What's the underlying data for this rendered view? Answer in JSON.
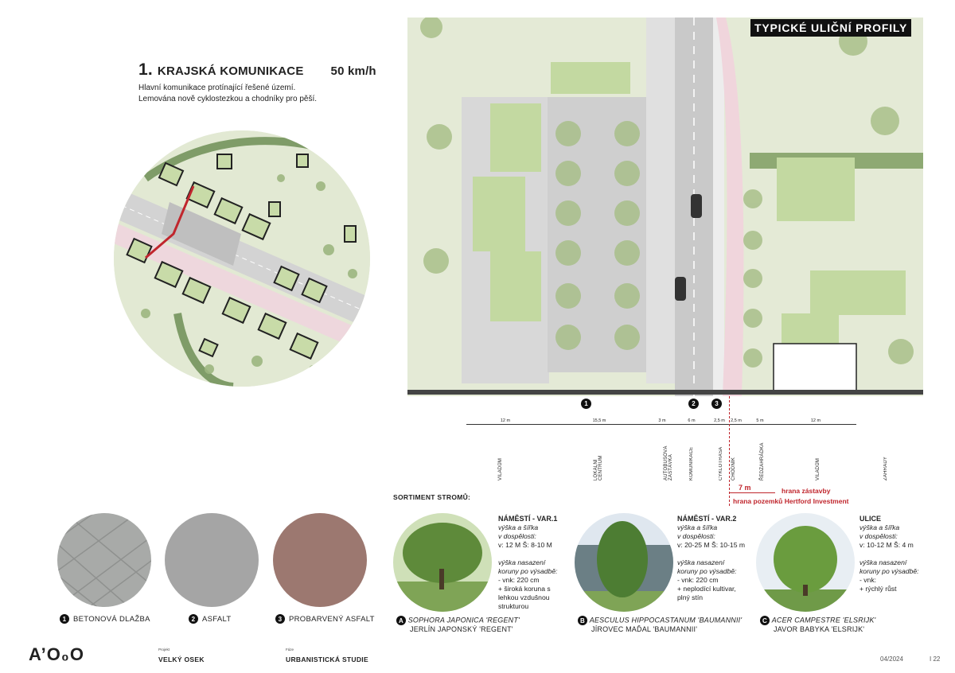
{
  "section": {
    "number": "1.",
    "title": "KRAJSKÁ KOMUNIKACE",
    "speed": "50 km/h",
    "description_line1": "Hlavní komunikace protínající řešené území.",
    "description_line2": "Lemována nově cyklostezkou a chodníky pro pěší."
  },
  "plan_header": "TYPICKÉ ULIČNÍ PROFILY",
  "markers": {
    "m1": "1",
    "m2": "2",
    "m3": "3"
  },
  "profile": {
    "dimensions": [
      "12 m",
      "15,5 m",
      "3 m",
      "6 m",
      "2,5 m",
      "2,5 m",
      "5 m",
      "12 m"
    ],
    "labels": [
      "VILADŮM",
      "LOKÁLNÍ CENTRUM",
      "AUTOBUSOVÁ ZASTÁVKA",
      "KOMUNIKACE",
      "CYKLOTRASA",
      "CHODNÍK",
      "ŘEDZAHRÁDKA",
      "VILADŮM",
      "ZAHRADY"
    ],
    "distance": "7 m",
    "line_label_1": "hrana zástavby",
    "line_label_2": "hrana pozemků Hertford Investment"
  },
  "materials": [
    {
      "num": "1",
      "label": "BETONOVÁ DLAŽBA"
    },
    {
      "num": "2",
      "label": "ASFALT"
    },
    {
      "num": "3",
      "label": "PROBARVENÝ ASFALT"
    }
  ],
  "sortiment_title": "SORTIMENT STROMŮ:",
  "trees": [
    {
      "heading": "NÁMĚSTÍ - VAR.1",
      "size_label_1": "výška a šířka",
      "size_label_2": "v dospělosti:",
      "size_value": "v: 12 M   Š: 8-10 M",
      "crown_label_1": "výška nasazení",
      "crown_label_2": "koruny po výsadbě:",
      "crown_value": "- vnk: 220 cm",
      "notes": [
        "+ široká koruna s",
        "lehkou vzdušnou",
        "strukturou"
      ],
      "letter": "A",
      "latin": "SOPHORA JAPONICA 'REGENT'",
      "czech": "JERLÍN JAPONSKÝ 'REGENT'"
    },
    {
      "heading": "NÁMĚSTÍ - VAR.2",
      "size_label_1": "výška a šířka",
      "size_label_2": "v dospělosti:",
      "size_value": "v: 20-25 M Š: 10-15 m",
      "crown_label_1": "výška nasazení",
      "crown_label_2": "koruny po výsadbě:",
      "crown_value": "- vnk: 220 cm",
      "notes": [
        "+ neplodící kultivar,",
        "plný stín"
      ],
      "letter": "B",
      "latin": "AESCULUS HIPPOCASTANUM 'BAUMANNII'",
      "czech": "JÍROVEC MAĎAL 'BAUMANNII'"
    },
    {
      "heading": "ULICE",
      "size_label_1": "výška a šířka",
      "size_label_2": "v dospělosti:",
      "size_value": "v: 10-12 M Š: 4 m",
      "crown_label_1": "výška nasazení",
      "crown_label_2": "koruny po výsadbě:",
      "crown_value": "- vnk:",
      "notes": [
        "+ rýchlý růst"
      ],
      "letter": "C",
      "latin": "ACER CAMPESTRE 'ELSRIJK'",
      "czech": "JAVOR BABYKA 'ELSRIJK'"
    }
  ],
  "footer": {
    "logo": "A’O₀O",
    "project_label": "Projekt",
    "project": "VELKÝ OSEK",
    "phase_label": "Fáze",
    "phase": "URBANISTICKÁ STUDIE",
    "date": "04/2024",
    "page": "I 22"
  },
  "colors": {
    "grass": "#dfe7cf",
    "tree": "#a9bf8a",
    "road": "#c9c9c9",
    "bike_lane": "#f0d6dc",
    "marker_red": "#c0262d"
  }
}
